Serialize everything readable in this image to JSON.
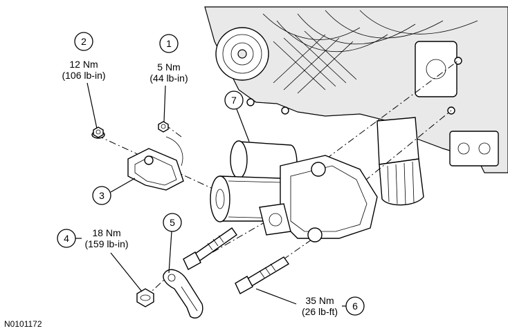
{
  "callouts": [
    {
      "id": "1",
      "torque_nm": "5 Nm",
      "torque_imp": "(44 lb-in)"
    },
    {
      "id": "2",
      "torque_nm": "12 Nm",
      "torque_imp": "(106 lb-in)"
    },
    {
      "id": "3"
    },
    {
      "id": "4",
      "torque_nm": "18 Nm",
      "torque_imp": "(159 lb-in)"
    },
    {
      "id": "5"
    },
    {
      "id": "6",
      "torque_nm": "35 Nm",
      "torque_imp": "(26 lb-ft)"
    },
    {
      "id": "7"
    }
  ],
  "figure_ref": "N0101172"
}
